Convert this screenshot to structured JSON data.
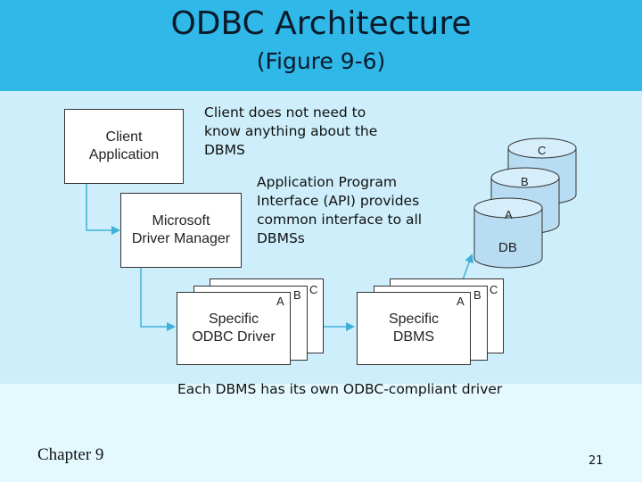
{
  "slide": {
    "title": "ODBC Architecture",
    "subtitle": "(Figure 9-6)",
    "footer_left": "Chapter 9",
    "page_number": "21"
  },
  "diagram": {
    "client_app": "Client\nApplication",
    "driver_manager": "Microsoft\nDriver Manager",
    "specific_driver": "Specific\nODBC Driver",
    "specific_dbms": "Specific\nDBMS",
    "stack_letters": [
      "A",
      "B",
      "C"
    ],
    "databases": [
      "C",
      "B",
      "A",
      "DB"
    ]
  },
  "notes": {
    "client_note": "Client does not need to\nknow anything about the\nDBMS",
    "api_note": "Application Program\nInterface (API) provides\ncommon interface to all\nDBMSs",
    "driver_note": "Each DBMS has its own ODBC-compliant driver"
  },
  "colors": {
    "header_bg": "#2fb8e8",
    "content_bg": "#cdeefa",
    "connector": "#3fb0d8",
    "db_fill": "#b8dcf2"
  }
}
